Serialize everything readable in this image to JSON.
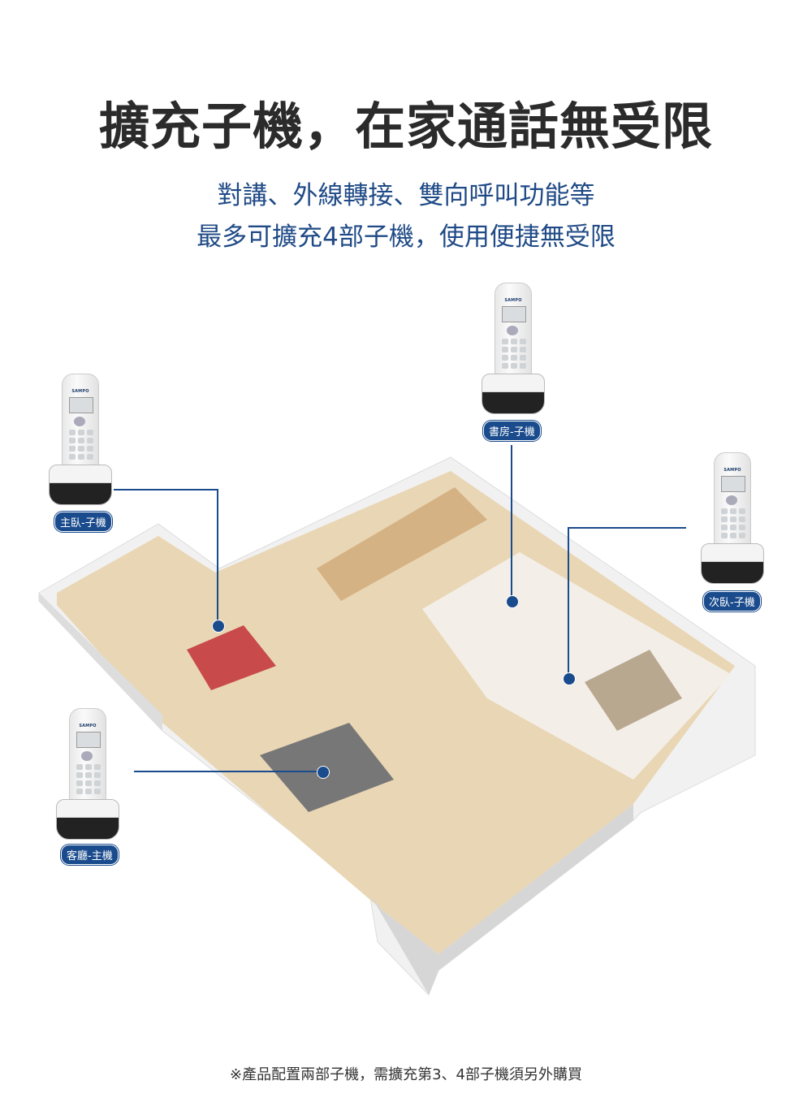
{
  "title": "擴充子機，在家通話無受限",
  "subtitle_lines": [
    "對講、外線轉接、雙向呼叫功能等",
    "最多可擴充4部子機，使用便捷無受限"
  ],
  "phones": [
    {
      "label": "主臥-子機",
      "brand": "SAMPO"
    },
    {
      "label": "書房-子機",
      "brand": "SAMPO"
    },
    {
      "label": "次臥-子機",
      "brand": "SAMPO"
    },
    {
      "label": "客廳-主機",
      "brand": "SAMPO"
    }
  ],
  "footnote": "※產品配置兩部子機，需擴充第3、4部子機須另外購買",
  "colors": {
    "accent": "#1a4b8c",
    "title": "#2b2b2b"
  }
}
